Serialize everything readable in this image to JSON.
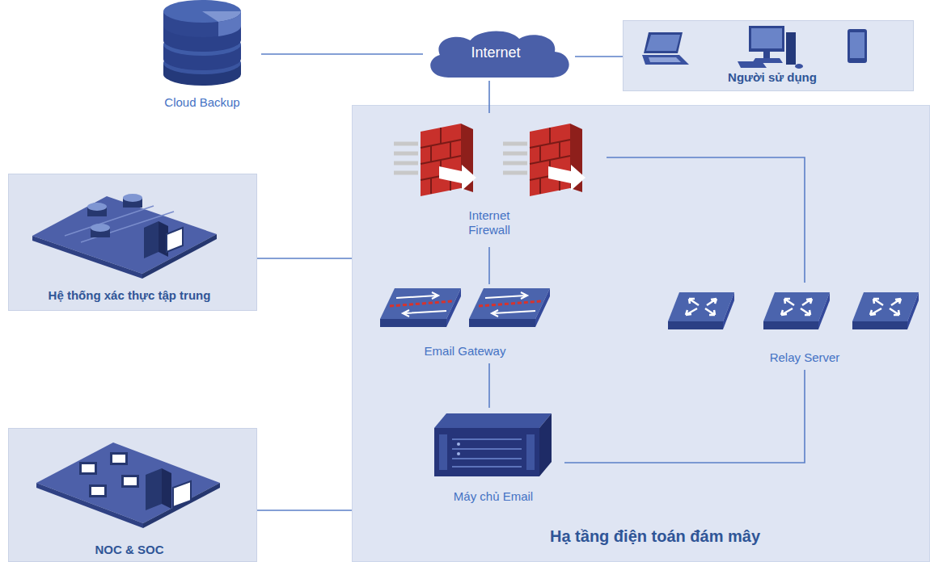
{
  "diagram": {
    "nodes": [
      {
        "text": [
          "Cloud Backup"
        ]
      },
      {
        "text": [
          "Internet"
        ]
      },
      {
        "text": [
          "Người sử dụng"
        ]
      },
      {
        "text": [
          "Hạ tầng điện toán đám mây"
        ]
      },
      {
        "text": [
          "Internet Firewall"
        ],
        "in": 3
      },
      {
        "text": [
          "Hệ thống xác thực tập trung"
        ]
      },
      {
        "text": [
          "Email Gateway"
        ],
        "in": 3
      },
      {
        "text": [
          "Relay Server"
        ],
        "in": 3
      },
      {
        "text": [
          "Máy chủ Email"
        ],
        "in": 3
      },
      {
        "text": [
          "NOC & SOC"
        ]
      }
    ],
    "edges": [
      {
        "from": 0,
        "to": 1,
        "arrow": "none"
      },
      {
        "from": 1,
        "to": 2,
        "arrow": "none"
      },
      {
        "from": 1,
        "to": 4,
        "arrow": "none"
      },
      {
        "from": 4,
        "to": 6,
        "arrow": "none"
      },
      {
        "from": 6,
        "to": 8,
        "arrow": "none"
      },
      {
        "from": 4,
        "to": 7,
        "arrow": "none"
      },
      {
        "from": 7,
        "to": 8,
        "arrow": "none"
      },
      {
        "from": 5,
        "to": 3,
        "arrow": "none"
      },
      {
        "from": 9,
        "to": 3,
        "arrow": "none"
      }
    ]
  }
}
